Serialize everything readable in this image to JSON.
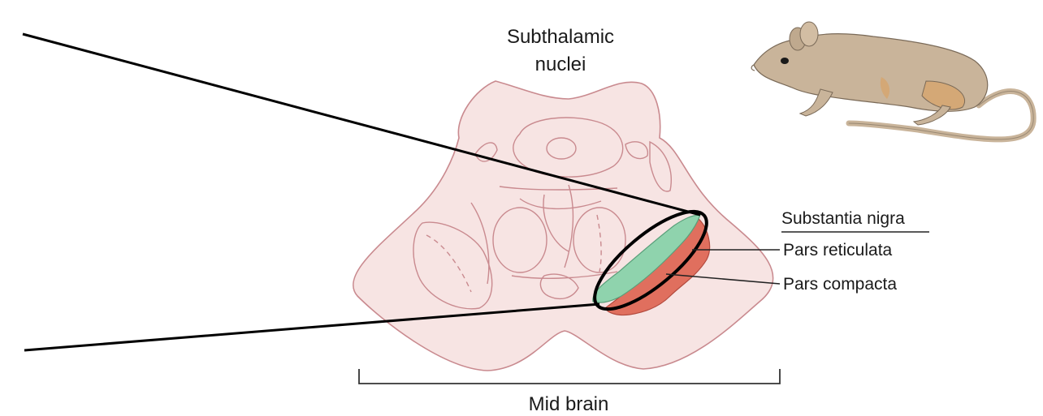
{
  "diagram": {
    "title_top": [
      "Subthalamic",
      "nuclei"
    ],
    "region_label": "Mid brain",
    "legend_heading": "Substantia nigra",
    "labels": {
      "pars_reticulata": "Pars reticulata",
      "pars_compacta": "Pars compacta"
    },
    "colors": {
      "outline": "#c98a8f",
      "tissue_fill": "#f7e4e3",
      "pars_reticulata": "#e06f5e",
      "pars_compacta": "#8fd3ad",
      "zoom_lines": "#000000",
      "rat_body": "#c9b49a"
    },
    "icons": [
      "rat-illustration"
    ]
  }
}
